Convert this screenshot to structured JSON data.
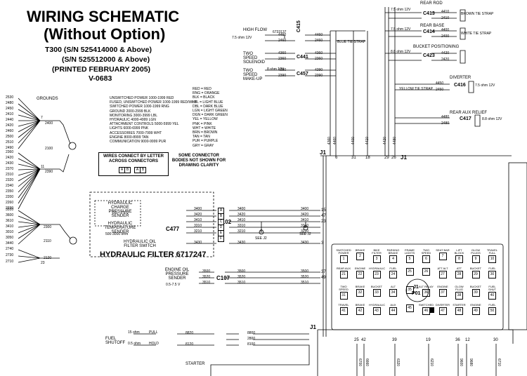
{
  "title": {
    "line1": "WIRING SCHEMATIC",
    "line2": "(Without Option)",
    "model": "T300 (S/N 525414000 & Above)",
    "model2": "(S/N 525512000 & Above)",
    "printed": "(PRINTED FEBRUARY 2005)",
    "code": "V-0683"
  },
  "grounds": {
    "label": "GROUNDS",
    "left_wires": [
      "2530",
      "2480",
      "2450",
      "2410",
      "2440",
      "2420",
      "2460",
      "2500",
      "2510",
      "2490"
    ],
    "group1_wire": "2400",
    "group1_num": "7",
    "stud1": "2100",
    "left_wires2": [
      "2360",
      "2420",
      "2430",
      "2370",
      "2310",
      "2320",
      "2340",
      "2350",
      "2200",
      "2260",
      "2330"
    ],
    "group2_wire": "2390",
    "group2_num": "11",
    "left_wires3": [
      "3510",
      "3600",
      "3610",
      "3410",
      "3010",
      "3050",
      "3440"
    ],
    "group3_wire": "2300",
    "stud2": "2110",
    "left_wires4": [
      "2740",
      "2730",
      "2710"
    ],
    "group4_wire": "2120",
    "group4_num": "23"
  },
  "legend": {
    "power_lines": [
      "UNSWITCHED POWER 1000-1999 RED",
      "FUSED, UNSWITCHED POWER 1000-1999 RED/WHT",
      "SWITCHED POWER 1000-1999 RNG",
      "GROUND 2000-2999 BLK",
      "MONITORING 3000-3999 LBL",
      "HYDRAULIC 4000-4999 LGN",
      "ATTACHMENT CONTROLS 5000-5999 YEL",
      "LIGHTS 6000-6999 PNK",
      "ACCESSORIES 7000-7999 WHT",
      "ENGINE 8000-8999 TAN",
      "COMMUNICATION 9000-9999 PUR"
    ],
    "colors": [
      "RED = RED",
      "RNG = ORANGE",
      "BLK = BLACK",
      "LBL = LIGHT BLUE",
      "DBL = DARK BLUE",
      "LGN = LIGHT GREEN",
      "DGN = DARK GREEN",
      "YEL = YELLOW",
      "PNK = PINK",
      "WHT = WHITE",
      "BRN = BROWN",
      "TAN = TAN",
      "PUR = PURPLE",
      "GRY = GRAY"
    ]
  },
  "notes": {
    "letter_note": "WIRES CONNECT BY LETTER ACROSS CONNECTORS",
    "bodies_note": "SOME CONNECTOR BODIES NOT SHOWN FOR DRAWING CLARITY",
    "pin_a": "A",
    "pin_b": "B"
  },
  "top_valves": {
    "high_flow": {
      "label": "HIGH FLOW",
      "spec": "7.5 ohm 12V",
      "conn": "C415",
      "part": "6733137",
      "wires": [
        "4460",
        "2460"
      ],
      "out": [
        "4460",
        "2460"
      ]
    },
    "two_speed_sol": {
      "label": "TWO SPEED SOLENOID",
      "conn": "C441",
      "wires": [
        "4360",
        "2360"
      ],
      "out": [
        "4360",
        "2360"
      ]
    },
    "two_speed_makeup": {
      "label": "TWO SPEED MAKE-UP",
      "spec": "8 ohm 12V",
      "conn": "C457",
      "wires": [
        "4390",
        "2390"
      ],
      "out": [
        "4390",
        "2390"
      ]
    },
    "blue_strap": "BLUE TIE STRAP"
  },
  "right_valves": {
    "rear_rod": {
      "label": "REAR ROD",
      "spec": "7.5 ohm 12V",
      "conn": "C413",
      "wires": [
        "4410",
        "2410"
      ],
      "strap": "BROWN TIE STRAP"
    },
    "rear_base": {
      "label": "REAR BASE",
      "spec": "7.5 ohm 12V",
      "conn": "C414",
      "wires": [
        "4400",
        "2400"
      ],
      "strap": "WHITE TIE STRAP"
    },
    "bucket": {
      "label": "BUCKET POSITIONING",
      "spec": "8.8 ohm 12V",
      "conn": "C423",
      "wires": [
        "4420",
        "2420"
      ]
    },
    "diverter": {
      "label": "DIVERTER",
      "spec": "7.5 ohm 12V",
      "conn": "C416",
      "wires": [
        "4450",
        "2450"
      ],
      "strap": "YELLOW TIE STRAP"
    },
    "rear_aux": {
      "label": "REAR AUX RELIEF",
      "spec": "8.8 ohm 12V",
      "conn": "C417",
      "wires": [
        "4480",
        "2480"
      ]
    }
  },
  "j1": {
    "label": "J1",
    "top_wires": [
      "4360",
      "4460",
      "4400",
      "4410",
      "4420",
      "4480"
    ],
    "top_pins": [
      "6",
      "31",
      "18",
      "29",
      "26"
    ],
    "mid_pins": [
      "15",
      "47",
      "23",
      "3",
      "37",
      "49"
    ],
    "bottom_pins": [
      "25",
      "42",
      "39",
      "19",
      "36",
      "12",
      "30"
    ],
    "bottom_wires": [
      "6700",
      "6660",
      "6320",
      "6210",
      "9600",
      "9680",
      "6710"
    ]
  },
  "sensors": {
    "hyd_charge": {
      "label": "HYDRAULIC CHARGE PRESSURE SENDER",
      "spec": "0.5 - 7.5 V",
      "wires": [
        "3400",
        "3420",
        "3410"
      ]
    },
    "hyd_temp": {
      "label": "HYDRAULIC TEMPERATURE SENDER",
      "spec": "500-3000 ohm",
      "conn": "C477",
      "wires": [
        "3310",
        "3210"
      ]
    },
    "hyd_filter": {
      "label": "HYDRAULIC OIL FILTER SWITCH",
      "wires": [
        "3430"
      ]
    },
    "c102": "C102",
    "c102_pins": [
      "A",
      "B",
      "C",
      "D",
      "E",
      "F"
    ],
    "c102_out": [
      "3400",
      "3420",
      "3410",
      "3310",
      "3210",
      "3430"
    ],
    "see": [
      "SEE J2",
      "SEE J2"
    ],
    "circle_c": "C",
    "circle_b": "B",
    "filter_title": "HYDRAULIC FILTER 6717247",
    "engine_oil": {
      "label": "ENGINE OIL PRESSURE SENDER",
      "spec": "0.5-7.5 V",
      "conn": "C107",
      "wires": [
        "3500",
        "3520",
        "3510"
      ],
      "out": [
        "3500",
        "3520",
        "3510"
      ]
    }
  },
  "fuel": {
    "label": "FUEL SHUTOFF",
    "spec1": "15 ohm",
    "spec2": "0.5 ohm",
    "pull": "PULL",
    "hold": "HOLD",
    "wires": [
      "8820",
      "8120"
    ],
    "out": [
      "8800",
      "2800",
      "8100"
    ]
  },
  "starter": "STARTER",
  "fuse_panel": {
    "rows": [
      [
        {
          "n": "1",
          "l": "SWITCHED POWER"
        },
        {
          "n": "2",
          "l": "BRAKE"
        },
        {
          "n": "3",
          "l": "BIKE FILTER"
        },
        {
          "n": "4",
          "l": "PARKING BRAKE"
        },
        {
          "n": "5",
          "l": "FRAME LIGHTS"
        },
        {
          "n": "6",
          "l": "TWO SPEED"
        },
        {
          "n": "7",
          "l": "SEAT BAR"
        },
        {
          "n": "8",
          "l": "LIFT BLOCK"
        },
        {
          "n": "9",
          "l": "GLOW PLUGS"
        },
        {
          "n": "10",
          "l": "TRAVEL FULL"
        }
      ],
      [
        {
          "n": "21",
          "l": "REAR AUX"
        },
        {
          "n": "22",
          "l": "ENGINE"
        },
        {
          "n": "23",
          "l": "HYDRAULIC"
        },
        {
          "n": "24",
          "l": "FUEL"
        },
        {
          "n": "25",
          "l": ""
        },
        {
          "n": "26",
          "l": ""
        },
        {
          "n": "27",
          "l": "ATT ALT"
        },
        {
          "n": "28",
          "l": "ATT"
        },
        {
          "n": "29",
          "l": "BUCKET"
        },
        {
          "n": "30",
          "l": "FUEL"
        }
      ],
      [
        {
          "n": "31",
          "l": "TWO SPEED"
        },
        {
          "n": "32",
          "l": "BRAKE"
        },
        {
          "n": "33",
          "l": "BUCKET"
        },
        {
          "n": "34",
          "l": "ALT"
        },
        {
          "n": "35",
          "l": ""
        },
        {
          "n": "36",
          "l": "ALT RELAY"
        },
        {
          "n": "37",
          "l": "ENGINE"
        },
        {
          "n": "38",
          "l": "GLOW PLUG"
        },
        {
          "n": "39",
          "l": "BUCKET"
        },
        {
          "n": "40",
          "l": "FUEL SHUT"
        }
      ],
      [
        {
          "n": "41",
          "l": "TRAVEL"
        },
        {
          "n": "42",
          "l": "BRAKE"
        },
        {
          "n": "43",
          "l": "HYDRAULIC"
        },
        {
          "n": "44",
          "l": "AUX"
        },
        {
          "n": "45",
          "l": ""
        },
        {
          "n": "46",
          "l": "SWITCHED"
        },
        {
          "n": "47",
          "l": "DIVERTER"
        },
        {
          "n": "48",
          "l": "STARTER"
        },
        {
          "n": "49",
          "l": "ENGINE"
        },
        {
          "n": "50",
          "l": "FUEL"
        }
      ]
    ],
    "panel_label": "J1",
    "panel_label2": "P01"
  }
}
